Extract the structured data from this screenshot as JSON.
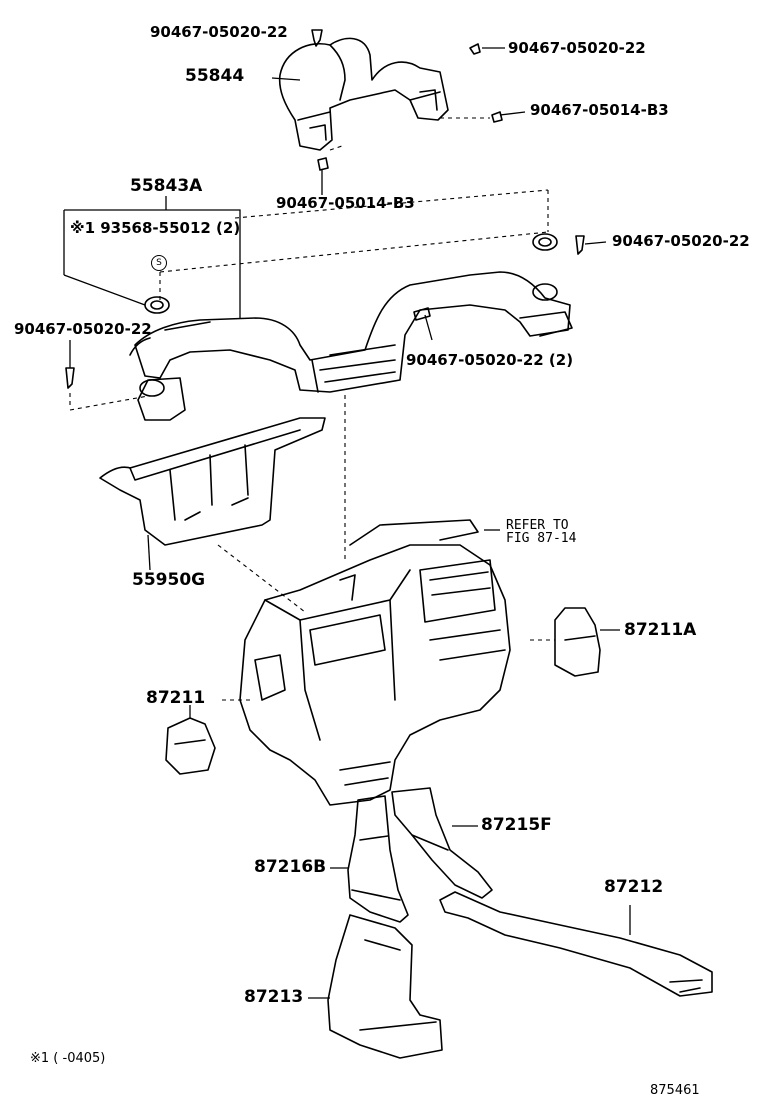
{
  "labels": {
    "bolt_a": "90467-05020-22",
    "bolt_b": "90467-05020-22",
    "part_55844": "55844",
    "bolt_c": "90467-05014-B3",
    "bolt_d": "90467-05014-B3",
    "part_55843A": "55843A",
    "note_93568": "※1 93568-55012 (2)",
    "bolt_e": "90467-05020-22",
    "bolt_f": "90467-05020-22",
    "bolt_g": "90467-05020-22 (2)",
    "part_55950G": "55950G",
    "refer_line1": "REFER TO",
    "refer_line2": "FIG 87-14",
    "part_87211A": "87211A",
    "part_87211": "87211",
    "part_87215F": "87215F",
    "part_87216B": "87216B",
    "part_87212": "87212",
    "part_87213": "87213",
    "footnote": "※1 (      -0405)",
    "diagram_id": "875461",
    "s_mark": "S"
  }
}
